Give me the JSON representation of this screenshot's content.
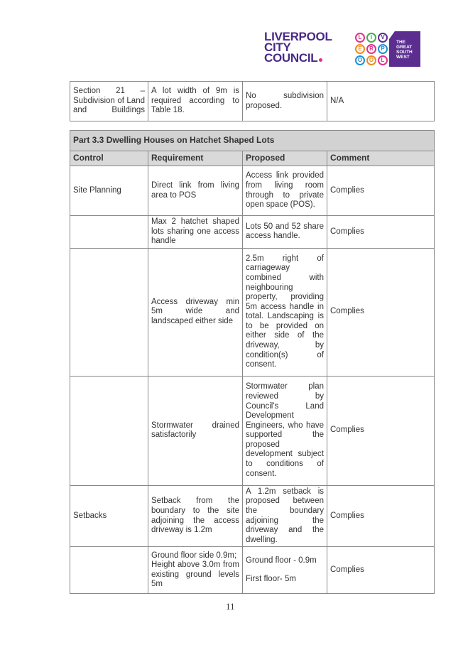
{
  "logo": {
    "council_lines": [
      "LIVERPOOL",
      "CITY",
      "COUNCIL"
    ],
    "liv_letters": [
      "L",
      "I",
      "V",
      "E",
      "R",
      "P",
      "O",
      "O",
      "L"
    ],
    "tagline": [
      "THE",
      "GREAT",
      "SOUTH",
      "WEST"
    ],
    "colors": {
      "purple": "#4a2a86",
      "pink": "#e0308a",
      "orange": "#f08a1c",
      "blue": "#1f8fd6",
      "green": "#3fae4a"
    }
  },
  "prev_table": {
    "row": {
      "control": "Section 21 – Subdivision of Land and Buildings",
      "requirement": "A lot width of 9m is required according to Table 18.",
      "proposed": "No subdivision proposed.",
      "comment": "N/A"
    }
  },
  "table": {
    "title": "Part 3.3 Dwelling Houses on Hatchet Shaped Lots",
    "headers": [
      "Control",
      "Requirement",
      "Proposed",
      "Comment"
    ],
    "rows": [
      {
        "control": "Site Planning",
        "requirement": "Direct link from living area to POS",
        "proposed": "Access link provided from living room through to private open space (POS).",
        "comment": "Complies"
      },
      {
        "control": "",
        "requirement": "Max 2 hatchet shaped lots sharing one access handle",
        "proposed": "Lots 50 and 52 share access handle.",
        "comment": "Complies"
      },
      {
        "control": "",
        "requirement": "Access driveway min 5m wide and landscaped either side",
        "proposed": "2.5m right of carriageway combined with neighbouring property, providing 5m access handle in total. Landscaping is to be provided on either side of the driveway, by condition(s) of consent.",
        "comment": "Complies"
      },
      {
        "control": "",
        "requirement": "Stormwater drained satisfactorily",
        "proposed": "Stormwater plan reviewed by Council's Land Development Engineers, who have supported the proposed development subject to conditions of consent.",
        "comment": "Complies"
      },
      {
        "control": "Setbacks",
        "requirement": "Setback from the boundary to the site adjoining the access driveway is 1.2m",
        "proposed": "A 1.2m setback is proposed between the boundary adjoining the driveway and the dwelling.",
        "comment": "Complies"
      },
      {
        "control": "",
        "requirement_lines": [
          "Ground floor side 0.9m;",
          "Height above 3.0m from existing ground levels 5m"
        ],
        "proposed_lines": [
          "Ground floor - 0.9m",
          "First floor- 5m"
        ],
        "comment": "Complies"
      }
    ]
  },
  "page_number": "11"
}
